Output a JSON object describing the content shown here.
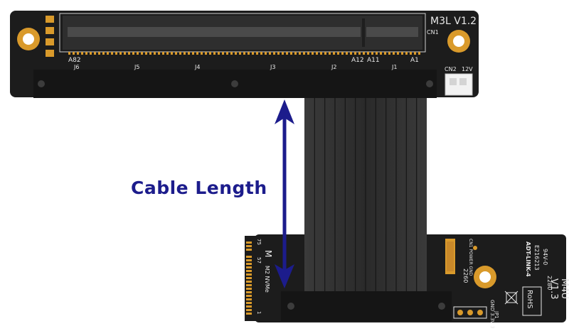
{
  "caption": "Cable Length",
  "top_board": {
    "model": "M3L V1.2",
    "slot_ref": "CN1",
    "pin_labels": {
      "left": "A82",
      "a12": "A12",
      "a11": "A11",
      "right": "A1"
    },
    "jumper_labels": [
      "J6",
      "J5",
      "J4",
      "J3",
      "J2",
      "J1"
    ],
    "power_connector": {
      "ref": "CN2",
      "voltage": "12V"
    }
  },
  "bottom_board": {
    "model_line1": "M4U",
    "model_line2": "V1.3",
    "key_label": "M",
    "m2_label": "M2 NVMe",
    "pin_top": "75",
    "pin_mid": "57",
    "pin_bottom": "1",
    "size_label": "2260",
    "size_label_2": "2280",
    "jumper_ref": "JP1",
    "jumper_labels": "GND 3.3V 3.3V",
    "led_labels": "CN1 POWER GND",
    "rohs": "RoHS",
    "cert_text": "ADT-LINK-4",
    "cert_text_2": "E216213",
    "cert_text_3": "94V-0"
  },
  "colors": {
    "pcb": "#1c1c1c",
    "cable": "#2b2b2b",
    "gold": "#d99a2b",
    "arrow": "#1c1c8c",
    "silkscreen": "#e8e8e8"
  }
}
